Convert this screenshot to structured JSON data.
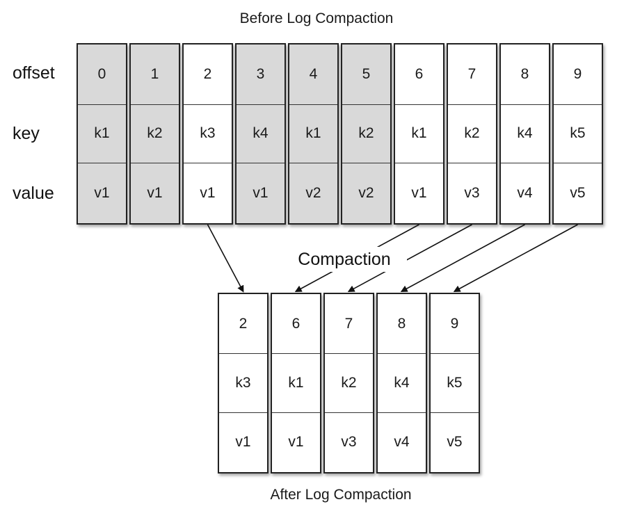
{
  "before_title": "Before Log Compaction",
  "after_title": "After Log Compaction",
  "compaction_label": "Compaction",
  "row_labels": {
    "offset": "offset",
    "key": "key",
    "value": "value"
  },
  "before": [
    {
      "offset": "0",
      "key": "k1",
      "value": "v1",
      "removed": true
    },
    {
      "offset": "1",
      "key": "k2",
      "value": "v1",
      "removed": true
    },
    {
      "offset": "2",
      "key": "k3",
      "value": "v1",
      "removed": false
    },
    {
      "offset": "3",
      "key": "k4",
      "value": "v1",
      "removed": true
    },
    {
      "offset": "4",
      "key": "k1",
      "value": "v2",
      "removed": true
    },
    {
      "offset": "5",
      "key": "k2",
      "value": "v2",
      "removed": true
    },
    {
      "offset": "6",
      "key": "k1",
      "value": "v1",
      "removed": false
    },
    {
      "offset": "7",
      "key": "k2",
      "value": "v3",
      "removed": false
    },
    {
      "offset": "8",
      "key": "k4",
      "value": "v4",
      "removed": false
    },
    {
      "offset": "9",
      "key": "k5",
      "value": "v5",
      "removed": false
    }
  ],
  "after": [
    {
      "offset": "2",
      "key": "k3",
      "value": "v1"
    },
    {
      "offset": "6",
      "key": "k1",
      "value": "v1"
    },
    {
      "offset": "7",
      "key": "k2",
      "value": "v3"
    },
    {
      "offset": "8",
      "key": "k4",
      "value": "v4"
    },
    {
      "offset": "9",
      "key": "k5",
      "value": "v5"
    }
  ],
  "colors": {
    "removed_fill": "#d9d9d9",
    "kept_fill": "#ffffff",
    "stroke": "#222222"
  }
}
